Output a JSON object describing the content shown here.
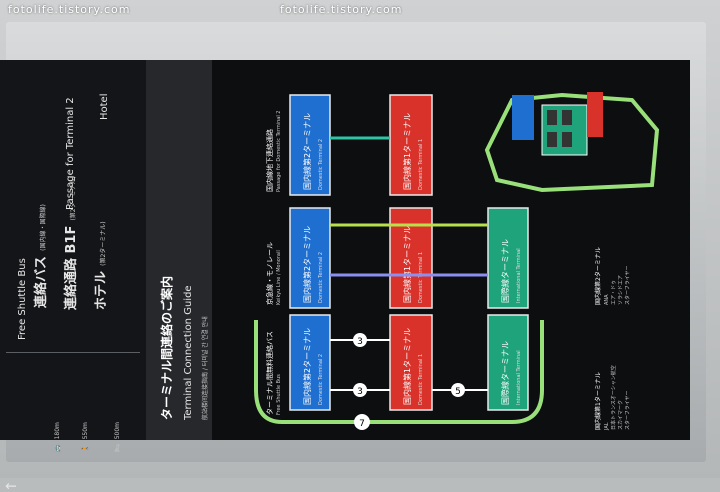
{
  "watermark": {
    "left": "fotolife.tistory.com",
    "center": "fotolife.tistory.com"
  },
  "left_panel": {
    "bus": {
      "ja": "連絡バス",
      "ja_sub": "(国内線・国際線)",
      "en": "Free Shuttle Bus",
      "dist": "180m"
    },
    "passage": {
      "ja": "連絡通路 B1F",
      "ja_sub": "(第2ターミナル)",
      "en": "Passage for Terminal 2",
      "dist": "550m"
    },
    "hotel": {
      "ja": "ホテル",
      "ja_sub": "(第2ターミナル)",
      "en": "Hotel",
      "dist": "500m"
    },
    "arrow": "↑"
  },
  "header": {
    "title_ja": "ターミナル間連絡のご案内",
    "title_en": "Terminal Connection Guide",
    "title_sub": "航站楼间连接指南 / 터미널 간 연결 안내",
    "info_icon": "i"
  },
  "sections": {
    "shuttle": "ターミナル間無料連絡バス",
    "shuttle_en": "Free Shuttle Bus",
    "monorail": "京急線・モノレール",
    "monorail_en": "Keikyu Line / Monorail",
    "passage": "国内線地下連絡通路",
    "passage_en": "Passage for Domestic Terminal 2"
  },
  "terminals": {
    "dom2": {
      "ja": "国内線第2ターミナル",
      "en": "Domestic Terminal 2"
    },
    "dom1": {
      "ja": "国内線第1ターミナル",
      "en": "Domestic Terminal 1"
    },
    "intl": {
      "ja": "国際線ターミナル",
      "en": "International Terminal"
    }
  },
  "route_numbers": [
    "3",
    "3",
    "5",
    "7"
  ],
  "legend": {
    "airlines_title": "国内線第1ターミナル",
    "airlines_items": [
      "JAL",
      "日本トランスオーシャン航空",
      "スカイマーク",
      "スターフライヤー"
    ],
    "airlines_title2": "国内線第2ターミナル",
    "airlines_items2": [
      "ANA",
      "エア・ドゥ",
      "ソラシドエア",
      "スターフライヤー"
    ]
  },
  "colors": {
    "panel": "#0d0e10",
    "dom2": "#1f6fd0",
    "dom1": "#d9322b",
    "intl": "#1fa37a",
    "bus_loop": "#9ae07a",
    "keikyu": "#b8e04a",
    "monorail": "#8a8ff0",
    "passage": "#2fc4a3"
  }
}
